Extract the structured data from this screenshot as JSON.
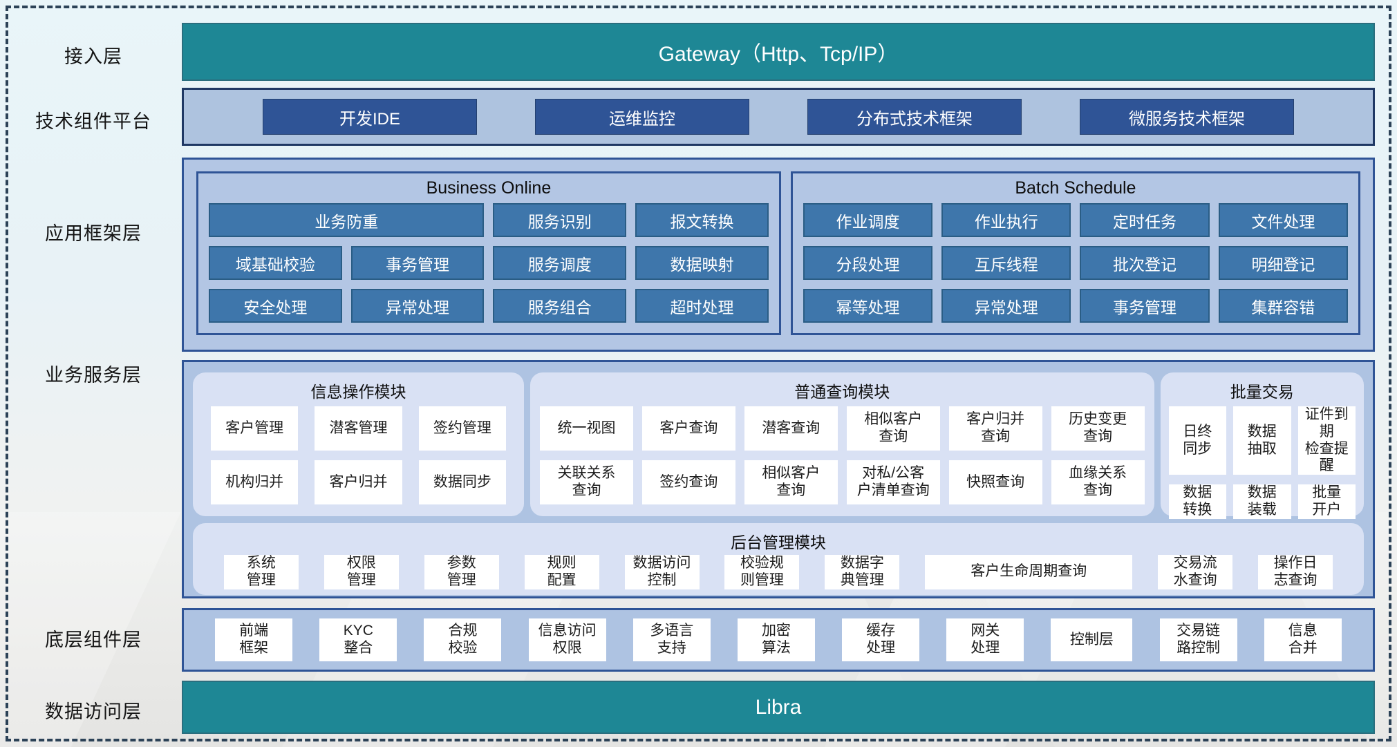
{
  "access_layer": {
    "label": "接入层",
    "gateway_text": "Gateway（Http、Tcp/IP）"
  },
  "tech_platform": {
    "label": "技术组件平台",
    "items": [
      "开发IDE",
      "运维监控",
      "分布式技术框架",
      "微服务技术框架"
    ]
  },
  "app_framework": {
    "label": "应用框架层",
    "business_online": {
      "title": "Business Online",
      "items": [
        "业务防重",
        "服务识别",
        "报文转换",
        "域基础校验",
        "事务管理",
        "服务调度",
        "数据映射",
        "安全处理",
        "异常处理",
        "服务组合",
        "超时处理"
      ]
    },
    "batch_schedule": {
      "title": "Batch Schedule",
      "items": [
        "作业调度",
        "作业执行",
        "定时任务",
        "文件处理",
        "分段处理",
        "互斥线程",
        "批次登记",
        "明细登记",
        "幂等处理",
        "异常处理",
        "事务管理",
        "集群容错"
      ]
    }
  },
  "business_service": {
    "label": "业务服务层",
    "info_module": {
      "title": "信息操作模块",
      "items": [
        "客户管理",
        "潜客管理",
        "签约管理",
        "机构归并",
        "客户归并",
        "数据同步"
      ]
    },
    "query_module": {
      "title": "普通查询模块",
      "items": [
        "统一视图",
        "客户查询",
        "潜客查询",
        "相似客户\n查询",
        "客户归并\n查询",
        "历史变更\n查询",
        "关联关系\n查询",
        "签约查询",
        "相似客户\n查询",
        "对私/公客\n户清单查询",
        "快照查询",
        "血缘关系\n查询"
      ]
    },
    "batch_module": {
      "title": "批量交易",
      "items": [
        "日终\n同步",
        "数据\n抽取",
        "证件到期\n检查提醒",
        "数据\n转换",
        "数据\n装载",
        "批量\n开户"
      ]
    },
    "admin_module": {
      "title": "后台管理模块",
      "items": [
        "系统\n管理",
        "权限\n管理",
        "参数\n管理",
        "规则\n配置",
        "数据访问\n控制",
        "校验规\n则管理",
        "数据字\n典管理",
        "客户生命周期查询",
        "交易流\n水查询",
        "操作日\n志查询"
      ]
    }
  },
  "base_components": {
    "label": "底层组件层",
    "items": [
      "前端\n框架",
      "KYC\n整合",
      "合规\n校验",
      "信息访问\n权限",
      "多语言\n支持",
      "加密\n算法",
      "缓存\n处理",
      "网关\n处理",
      "控制层",
      "交易链\n路控制",
      "信息\n合并"
    ]
  },
  "data_access": {
    "label": "数据访问层",
    "bar_text": "Libra"
  },
  "colors": {
    "teal": "#1e8795",
    "dark_blue": "#2f5496",
    "container_blue": "#b3c6e4",
    "panel_lavender": "#d9e1f4",
    "box_blue": "#3e76ab",
    "frame_dash": "#2c4257"
  }
}
